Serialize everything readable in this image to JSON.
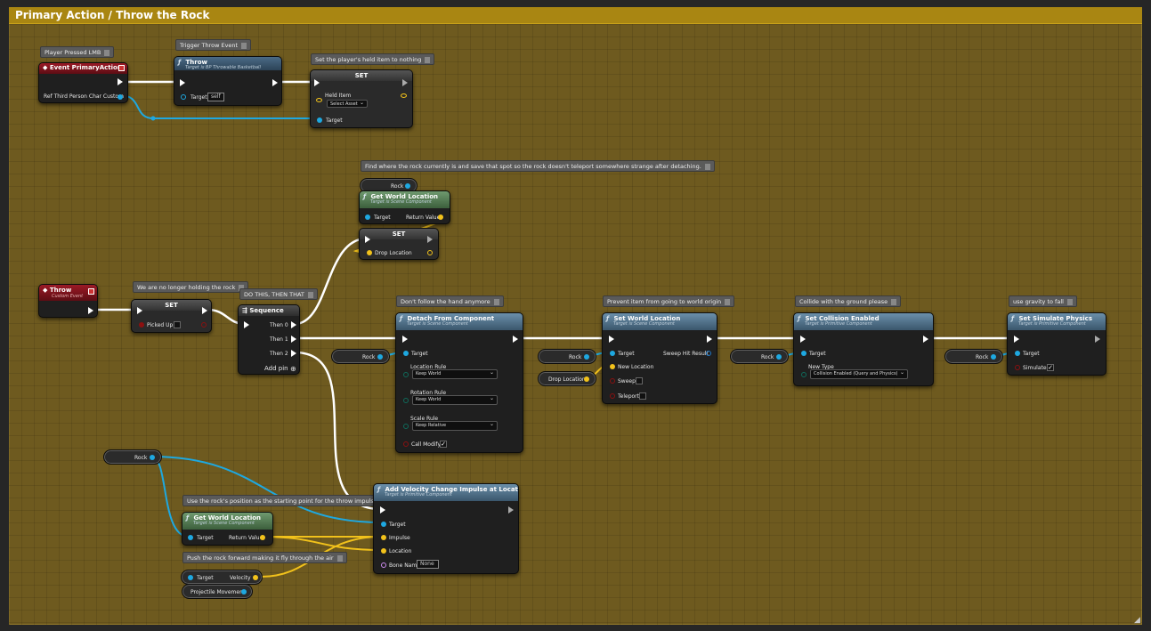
{
  "graph": {
    "comment_title": "Primary Action / Throw the Rock",
    "comments": {
      "player_pressed": "Player Pressed LMB",
      "trigger_throw": "Trigger Throw Event",
      "set_held": "Set the player's held item to nothing",
      "find_where": "Find where the rock currently is and save that spot so the rock doesn't teleport somewhere strange after detaching.",
      "no_longer_holding": "We are no longer holding the rock",
      "do_this": "DO THIS, THEN THAT",
      "dont_follow": "Don't follow the hand anymore",
      "prevent_item": "Prevent item from going to world origin",
      "collide": "Collide with the ground please",
      "use_gravity": "use gravity to fall",
      "use_rock_pos": "Use the rock's position as the starting point for the throw impulse",
      "push_rock": "Push the rock forward making it fly through the air"
    },
    "nodes": {
      "event_primary": {
        "title": "Event PrimaryAction",
        "pin": "Ref Third Person Char Custom"
      },
      "throw_call": {
        "title": "Throw",
        "subtitle": "Target is BP Throwable Basketball",
        "target": "Target",
        "self": "self"
      },
      "set_held": {
        "title": "SET",
        "held_item": "Held Item",
        "select_asset": "Select Asset",
        "target": "Target"
      },
      "rock_top": {
        "label": "Rock"
      },
      "gwl_top": {
        "title": "Get World Location",
        "subtitle": "Target is Scene Component",
        "target": "Target",
        "ret": "Return Value"
      },
      "set_drop": {
        "title": "SET",
        "drop": "Drop Location"
      },
      "throw_event": {
        "title": "Throw",
        "subtitle": "Custom Event"
      },
      "set_picked": {
        "title": "SET",
        "picked": "Picked Up"
      },
      "sequence": {
        "title": "Sequence",
        "then0": "Then 0",
        "then1": "Then 1",
        "then2": "Then 2",
        "add_pin": "Add pin"
      },
      "detach": {
        "title": "Detach From Component",
        "subtitle": "Target is Scene Component",
        "target": "Target",
        "loc_rule": "Location Rule",
        "loc_val": "Keep World",
        "rot_rule": "Rotation Rule",
        "rot_val": "Keep World",
        "scale_rule": "Scale Rule",
        "scale_val": "Keep Relative",
        "call_modify": "Call Modify"
      },
      "swl": {
        "title": "Set World Location",
        "subtitle": "Target is Scene Component",
        "target": "Target",
        "new_loc": "New Location",
        "sweep": "Sweep",
        "teleport": "Teleport",
        "hit": "Sweep Hit Result"
      },
      "sce": {
        "title": "Set Collision Enabled",
        "subtitle": "Target is Primitive Component",
        "target": "Target",
        "new_type": "New Type",
        "type_val": "Collision Enabled (Query and Physics)"
      },
      "ssp": {
        "title": "Set Simulate Physics",
        "subtitle": "Target is Primitive Component",
        "target": "Target",
        "simulate": "Simulate"
      },
      "avc": {
        "title": "Add Velocity Change Impulse at Location",
        "subtitle": "Target is Primitive Component",
        "target": "Target",
        "impulse": "Impulse",
        "location": "Location",
        "bone": "Bone Name",
        "bone_val": "None"
      },
      "gwl_bottom": {
        "title": "Get World Location",
        "subtitle": "Target is Scene Component",
        "target": "Target",
        "ret": "Return Value"
      },
      "velocity_getter": {
        "target": "Target",
        "velocity": "Velocity"
      },
      "projectile": {
        "label": "Projectile Movement"
      },
      "rock_labels": [
        "Rock",
        "Rock",
        "Rock",
        "Rock",
        "Rock"
      ],
      "drop_getter": {
        "label": "Drop Location"
      }
    }
  }
}
